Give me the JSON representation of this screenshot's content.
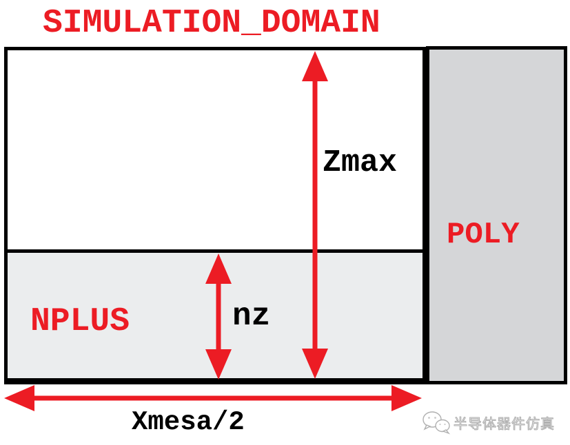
{
  "title": "SIMULATION_DOMAIN",
  "regions": {
    "nplus": {
      "label": "NPLUS"
    },
    "poly": {
      "label": "POLY"
    }
  },
  "dimensions": {
    "zmax": {
      "label": "Zmax"
    },
    "nz": {
      "label": "nz"
    },
    "xmesa_half": {
      "label": "Xmesa/2"
    }
  },
  "watermark": {
    "icon": "wechat-logo-icon",
    "text": "半导体器件仿真"
  },
  "colors": {
    "accent_red": "#ec1c24",
    "outline_black": "#000000",
    "nplus_fill": "#ebedee",
    "poly_fill": "#d5d6d8",
    "background": "#ffffff",
    "watermark_gray": "#b0b0b0"
  }
}
